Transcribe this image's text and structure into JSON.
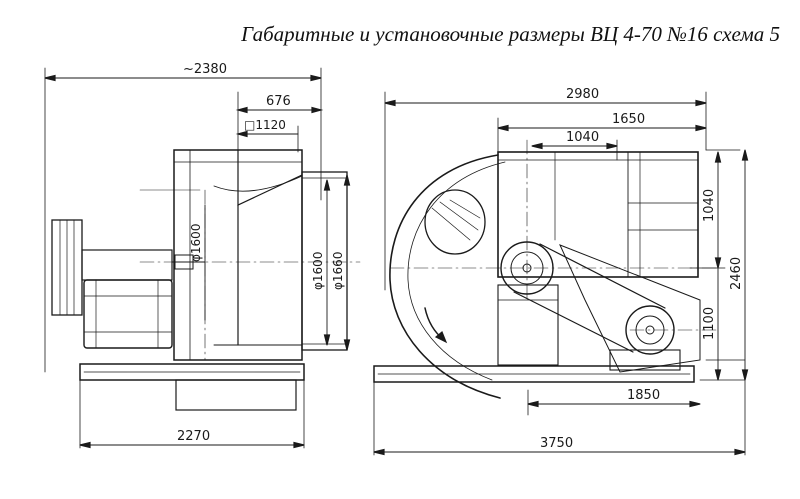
{
  "title": "Габаритные и установочные размеры ВЦ 4-70 №16 схема 5",
  "left_view": {
    "overall_width": "~2380",
    "inlet_offset": "676",
    "inlet_square": "□1120",
    "dia_inner": "φ1600",
    "dia_outer_1": "φ1600",
    "dia_outer_2": "φ1660",
    "base_length": "2270"
  },
  "right_view": {
    "overall_length": "2980",
    "top_span": "1650",
    "outlet_width": "1040",
    "outlet_height": "1040",
    "overall_height": "2460",
    "shaft_height": "1100",
    "base_mount": "1850",
    "base_length": "3750"
  },
  "colors": {
    "ink": "#1a1a1a",
    "paper": "#ffffff"
  }
}
